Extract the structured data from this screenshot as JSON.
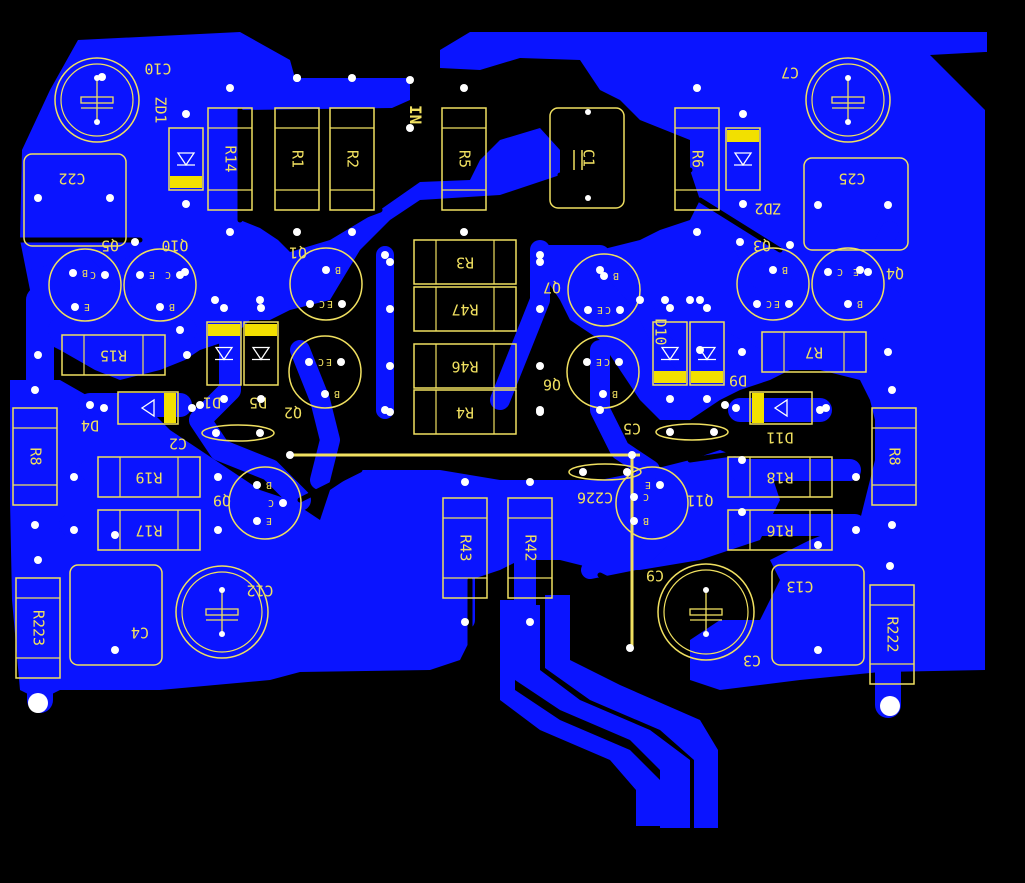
{
  "colors": {
    "background": "#000000",
    "copper": "#0a14ff",
    "silkscreen": "#f0e060",
    "pad": "#ffffff",
    "diode_band": "#f2e000"
  },
  "board": {
    "input_label": "IN",
    "resistors": [
      "R14",
      "R1",
      "R2",
      "R5",
      "R6",
      "R3",
      "R47",
      "R46",
      "R4",
      "R15",
      "R7",
      "R19",
      "R17",
      "R18",
      "R16",
      "R8",
      "R8",
      "R43",
      "R42",
      "R223",
      "R222"
    ],
    "capacitors": [
      "C10",
      "C7",
      "C1",
      "C22",
      "C25",
      "C2",
      "C5",
      "C226",
      "C4",
      "C12",
      "C9",
      "C13",
      "C3"
    ],
    "diodes": [
      "ZD1",
      "ZD2",
      "D1",
      "D5",
      "D4",
      "D10",
      "D9",
      "D11"
    ],
    "transistors": [
      "Q5",
      "Q10",
      "Q1",
      "Q3",
      "Q4",
      "Q7",
      "Q2",
      "Q6",
      "Q9",
      "Q11"
    ],
    "pin_labels": [
      "B",
      "C",
      "E"
    ]
  }
}
